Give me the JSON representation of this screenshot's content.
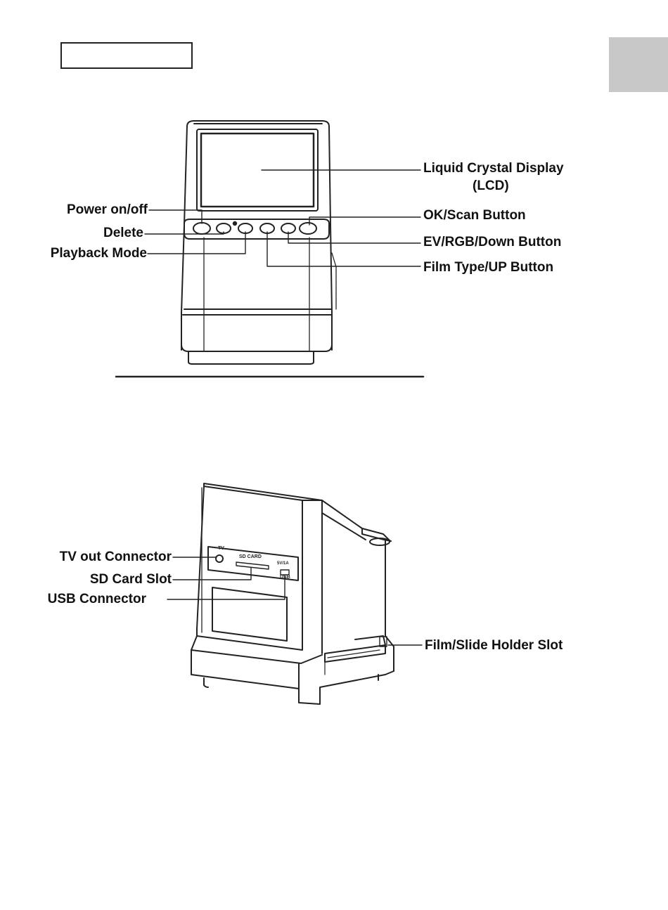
{
  "front_view": {
    "labels": {
      "lcd": "Liquid Crystal Display",
      "lcd_abbr": "(LCD)",
      "power": "Power on/off",
      "delete": "Delete",
      "playback": "Playback Mode",
      "ok_scan": "OK/Scan Button",
      "ev_rgb_down": "EV/RGB/Down Button",
      "film_type_up": "Film Type/UP Button"
    }
  },
  "back_view": {
    "labels": {
      "tv_out": "TV out Connector",
      "sd_slot": "SD Card Slot",
      "usb": "USB Connector",
      "holder_slot": "Film/Slide Holder Slot"
    },
    "port_marks": {
      "tv": "TV",
      "sd": "SD CARD",
      "usb_top": "5V/1A",
      "usb": "USB"
    }
  }
}
